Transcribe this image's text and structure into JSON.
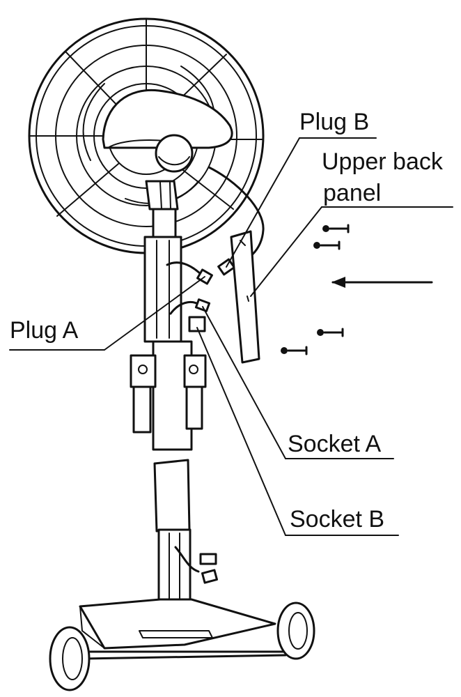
{
  "labels": {
    "plug_b": "Plug B",
    "upper_back_panel_line1": "Upper back",
    "upper_back_panel_line2": "panel",
    "plug_a": "Plug A",
    "socket_a": "Socket A",
    "socket_b": "Socket B"
  },
  "colors": {
    "line": "#111111",
    "background": "#ffffff"
  }
}
